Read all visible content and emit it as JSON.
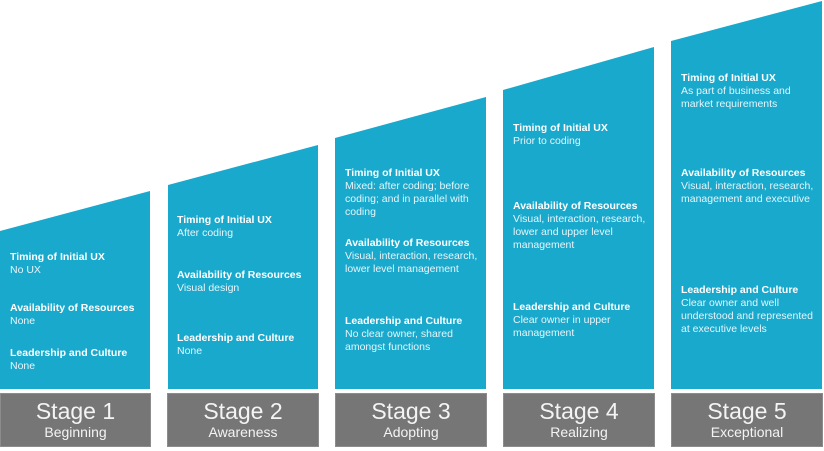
{
  "colors": {
    "column_fill": "#19a9cc",
    "stage_fill": "#767676",
    "text": "#ffffff"
  },
  "labels": {
    "timing": "Timing of Initial UX",
    "resources": "Availability of Resources",
    "leadership": "Leadership and Culture"
  },
  "stages": [
    {
      "title": "Stage 1",
      "name": "Beginning",
      "timing": "No UX",
      "resources": "None",
      "leadership": "None"
    },
    {
      "title": "Stage 2",
      "name": "Awareness",
      "timing": "After coding",
      "resources": "Visual design",
      "leadership": "None"
    },
    {
      "title": "Stage 3",
      "name": "Adopting",
      "timing": "Mixed: after coding; before coding; and in parallel with coding",
      "resources": "Visual, interaction, research, lower level management",
      "leadership": "No clear owner, shared amongst functions"
    },
    {
      "title": "Stage 4",
      "name": "Realizing",
      "timing": "Prior to coding",
      "resources": "Visual, interaction, research, lower  and upper level management",
      "leadership": "Clear owner in upper management"
    },
    {
      "title": "Stage 5",
      "name": "Exceptional",
      "timing": "As part of business and market requirements",
      "resources": "Visual, interaction, research, management and executive",
      "leadership": "Clear owner and well understood and represented at executive levels"
    }
  ]
}
